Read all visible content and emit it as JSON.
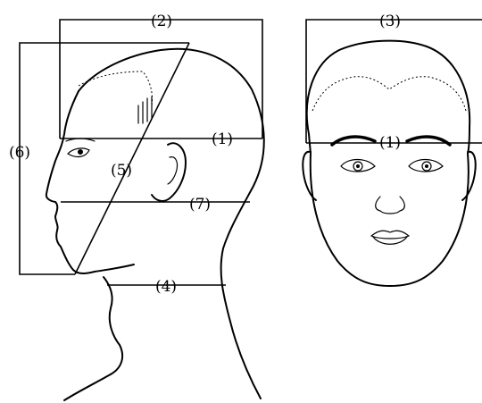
{
  "labels": {
    "m1_side": "(1)",
    "m2": "(2)",
    "m3": "(3)",
    "m1_front": "(1)",
    "m4": "(4)",
    "m5": "(5)",
    "m6": "(6)",
    "m7": "(7)"
  }
}
